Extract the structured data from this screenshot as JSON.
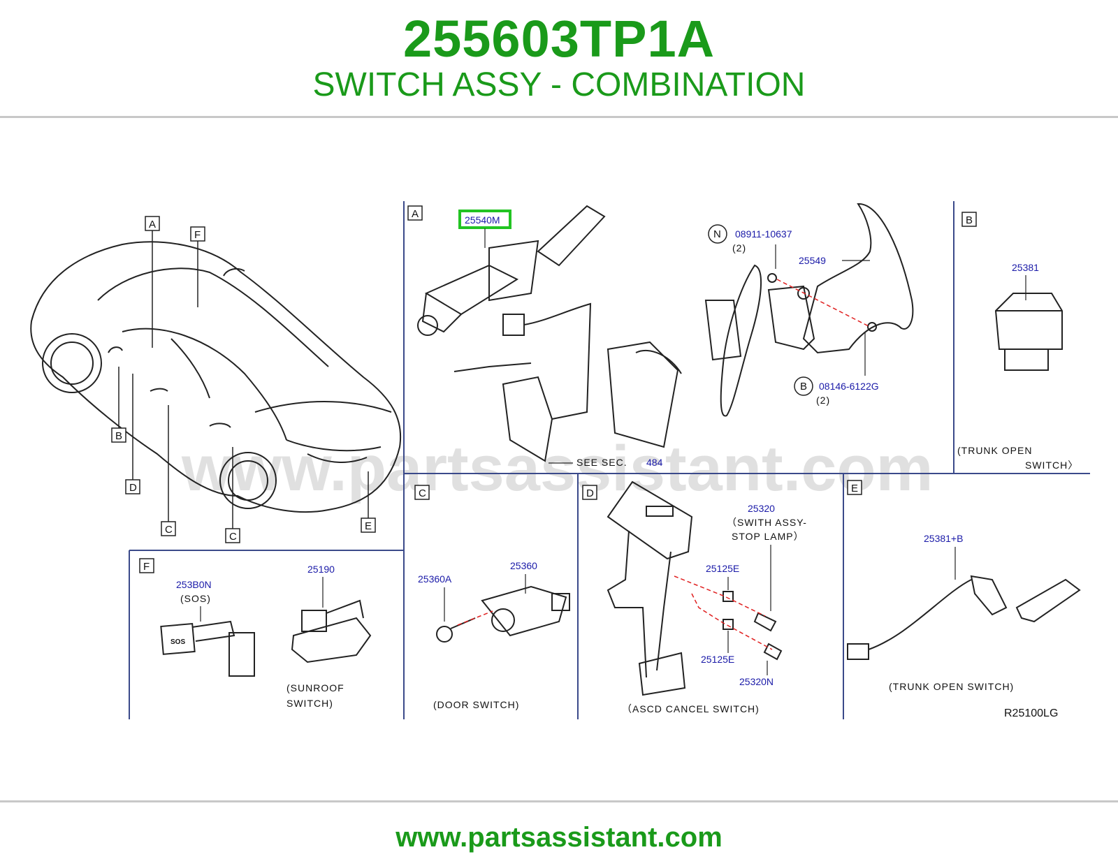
{
  "header": {
    "part_number": "255603TP1A",
    "part_name": "SWITCH ASSY - COMBINATION"
  },
  "footer": {
    "url": "www.partsassistant.com"
  },
  "colors": {
    "brand_green": "#1a9a1a",
    "part_number_blue": "#1a1aa8",
    "highlight": "#22c422",
    "dashed_line": "#e02020"
  },
  "diagram": {
    "watermark": "www.partsassistant.com",
    "drawing_code": "R25100LG",
    "car_callouts": [
      "A",
      "F",
      "B",
      "D",
      "C",
      "C",
      "E"
    ],
    "sections": {
      "A": {
        "letter": "A",
        "highlighted_part": "25540M",
        "see_sec_label": "SEE   SEC.",
        "see_sec_number": "484",
        "callout_n": "N",
        "part_08911": "08911-10637",
        "qty_n": "(2)",
        "part_25549": "25549",
        "callout_b": "B",
        "part_08146": "08146-6122G",
        "qty_b": "(2)"
      },
      "B": {
        "letter": "B",
        "part_25381": "25381",
        "caption_line1": "(TRUNK   OPEN",
        "caption_line2": "SWITCH〉"
      },
      "C": {
        "letter": "C",
        "part_25360A": "25360A",
        "part_25360": "25360",
        "caption": "(DOOR   SWITCH)"
      },
      "D": {
        "letter": "D",
        "part_25320": "25320",
        "sub_line1": "（SWITH   ASSY-",
        "sub_line2": "STOP   LAMP）",
        "part_25125E_top": "25125E",
        "part_25125E_bottom": "25125E",
        "part_25320N": "25320N",
        "caption": "（ASCD   CANCEL   SWITCH)"
      },
      "E": {
        "letter": "E",
        "part_25381B": "25381+B",
        "caption": "(TRUNK   OPEN   SWITCH)"
      },
      "F": {
        "letter": "F",
        "part_253B0N": "253B0N",
        "sos_label": "(SOS)",
        "sos_button": "SOS",
        "part_25190": "25190",
        "sunroof_line1": "(SUNROOF",
        "sunroof_line2": "SWITCH)"
      }
    }
  }
}
